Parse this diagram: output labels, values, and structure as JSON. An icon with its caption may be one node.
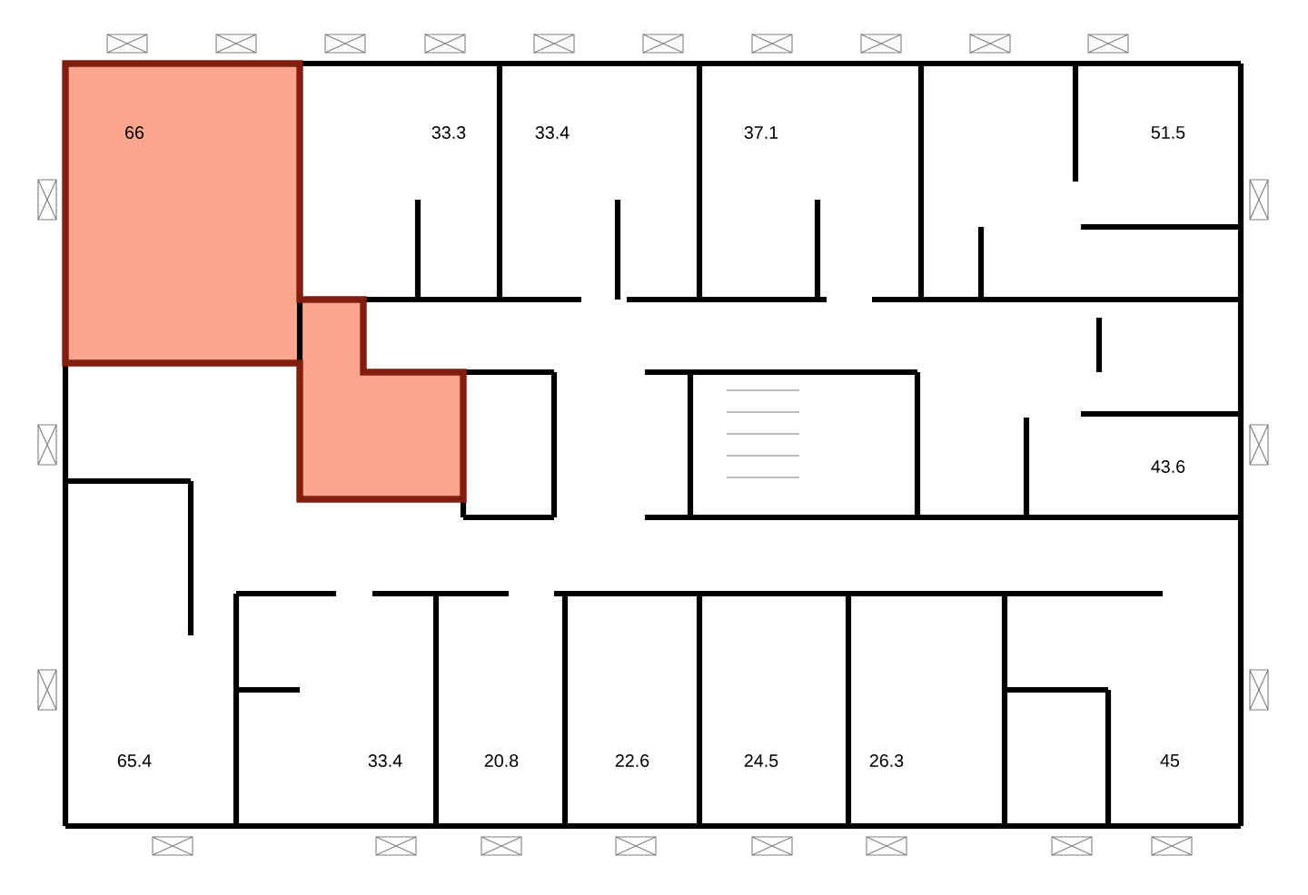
{
  "diagram": {
    "labels": [
      "66",
      "33.3",
      "33.4",
      "37.1",
      "51.5",
      "43.6",
      "65.4",
      "33.4",
      "20.8",
      "22.6",
      "24.5",
      "26.3",
      "45"
    ]
  }
}
